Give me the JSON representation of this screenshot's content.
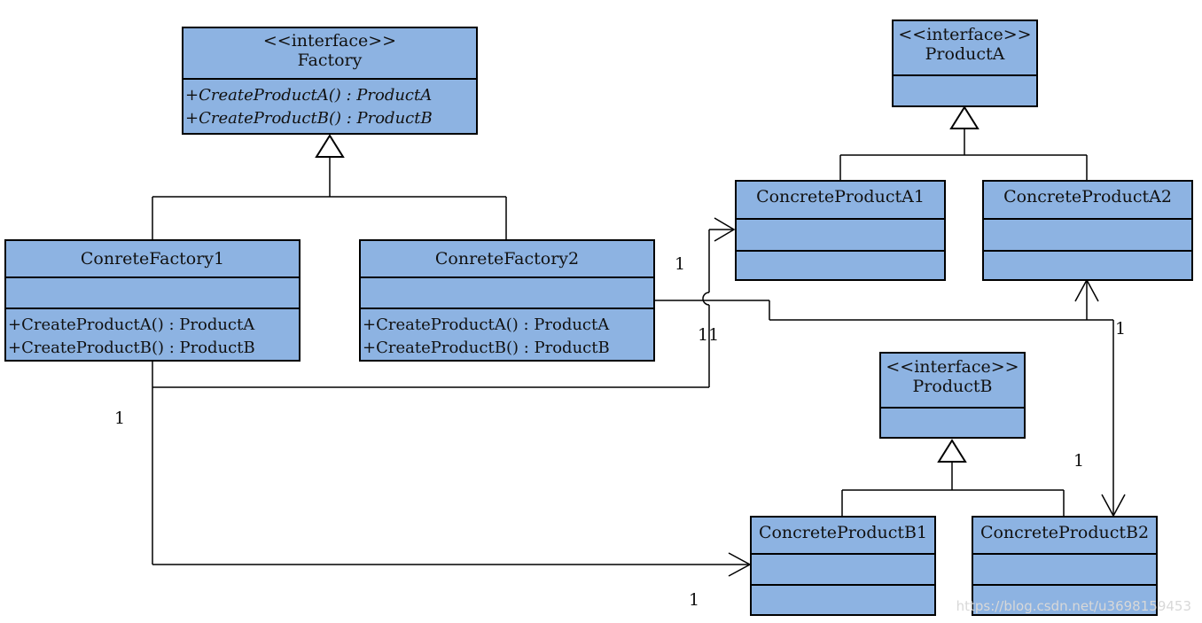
{
  "factory": {
    "stereotype": "<<interface>>",
    "name": "Factory",
    "ops": [
      "+CreateProductA() : ProductA",
      "+CreateProductB() : ProductB"
    ]
  },
  "concrete_factory1": {
    "name": "ConreteFactory1",
    "ops": [
      "+CreateProductA() : ProductA",
      "+CreateProductB() : ProductB"
    ]
  },
  "concrete_factory2": {
    "name": "ConreteFactory2",
    "ops": [
      "+CreateProductA() : ProductA",
      "+CreateProductB() : ProductB"
    ]
  },
  "product_a": {
    "stereotype": "<<interface>>",
    "name": "ProductA"
  },
  "concrete_product_a1": {
    "name": "ConcreteProductA1"
  },
  "concrete_product_a2": {
    "name": "ConcreteProductA2"
  },
  "product_b": {
    "stereotype": "<<interface>>",
    "name": "ProductB"
  },
  "concrete_product_b1": {
    "name": "ConcreteProductB1"
  },
  "concrete_product_b2": {
    "name": "ConcreteProductB2"
  },
  "multiplicities": {
    "cf2_end": "1",
    "a1_end": "11",
    "a2_right": "1",
    "cf1_end": "1",
    "b2_end": "1",
    "b1_end": "1"
  },
  "watermark": "https://blog.csdn.net/u3698159453"
}
